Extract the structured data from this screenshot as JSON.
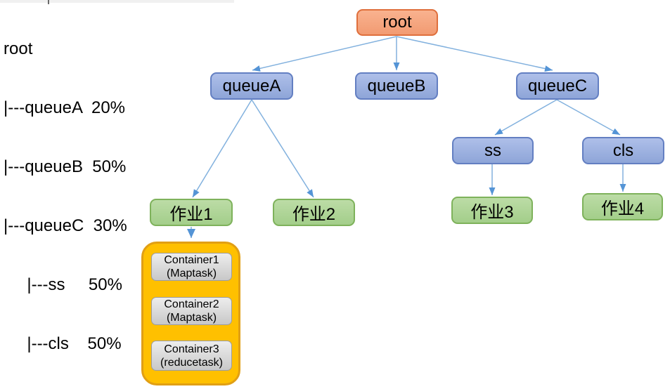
{
  "queue_config": {
    "lines": [
      "root",
      "|---queueA  20%",
      "|---queueB  50%",
      "|---queueC  30%",
      "     |---ss     50%",
      "     |---cls    50%"
    ]
  },
  "nodes": {
    "root": {
      "label": "root"
    },
    "queueA": {
      "label": "queueA"
    },
    "queueB": {
      "label": "queueB"
    },
    "queueC": {
      "label": "queueC"
    },
    "ss": {
      "label": "ss"
    },
    "cls": {
      "label": "cls"
    },
    "job1": {
      "label": "作业1"
    },
    "job2": {
      "label": "作业2"
    },
    "job3": {
      "label": "作业3"
    },
    "job4": {
      "label": "作业4"
    }
  },
  "containers": [
    {
      "name": "Container1",
      "type": "(Maptask)"
    },
    {
      "name": "Container2",
      "type": "(Maptask)"
    },
    {
      "name": "Container3",
      "type": "(reducetask)"
    }
  ],
  "edges": [
    {
      "from": "root",
      "to": "queueA"
    },
    {
      "from": "root",
      "to": "queueB"
    },
    {
      "from": "root",
      "to": "queueC"
    },
    {
      "from": "queueA",
      "to": "作业1"
    },
    {
      "from": "queueA",
      "to": "作业2"
    },
    {
      "from": "queueC",
      "to": "ss"
    },
    {
      "from": "queueC",
      "to": "cls"
    },
    {
      "from": "ss",
      "to": "作业3"
    },
    {
      "from": "cls",
      "to": "作业4"
    },
    {
      "from": "作业1",
      "to": "container-group"
    }
  ],
  "colors": {
    "node_orange_top": "#F9B28F",
    "node_orange_bottom": "#F29B72",
    "node_orange_border": "#DF6F3C",
    "node_blue_top": "#AEBFE9",
    "node_blue_bottom": "#8EA5D8",
    "node_blue_border": "#637FC2",
    "node_green_top": "#BCDCA6",
    "node_green_bottom": "#A3CE8A",
    "node_green_border": "#7EB25B",
    "group_gold": "#FFC000",
    "group_gold_border": "#E19F14",
    "container_top": "#EDEDED",
    "container_bottom": "#C8C8C8",
    "container_border": "#9C9C9C",
    "arrow_line": "#82B1DE",
    "arrow_head": "#5494D6"
  }
}
